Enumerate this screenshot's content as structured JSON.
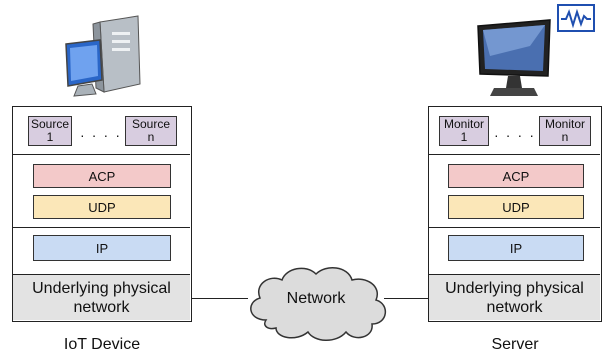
{
  "left_stack": {
    "source_first": [
      "Source",
      "1"
    ],
    "source_last": [
      "Source",
      "n"
    ],
    "dots": ". . . .",
    "acp": "ACP",
    "udp": "UDP",
    "ip": "IP",
    "physical": [
      "Underlying physical",
      "network"
    ],
    "caption": "IoT Device",
    "icon": "desktop-computer-icon"
  },
  "right_stack": {
    "monitor_first": [
      "Monitor",
      "1"
    ],
    "monitor_last": [
      "Monitor",
      "n"
    ],
    "dots": ". . . .",
    "acp": "ACP",
    "udp": "UDP",
    "ip": "IP",
    "physical": [
      "Underlying physical",
      "network"
    ],
    "caption": "Server",
    "icon": "monitor-display-icon",
    "badge_icon": "waveform-icon"
  },
  "network": {
    "label": "Network",
    "icon": "cloud-icon"
  }
}
